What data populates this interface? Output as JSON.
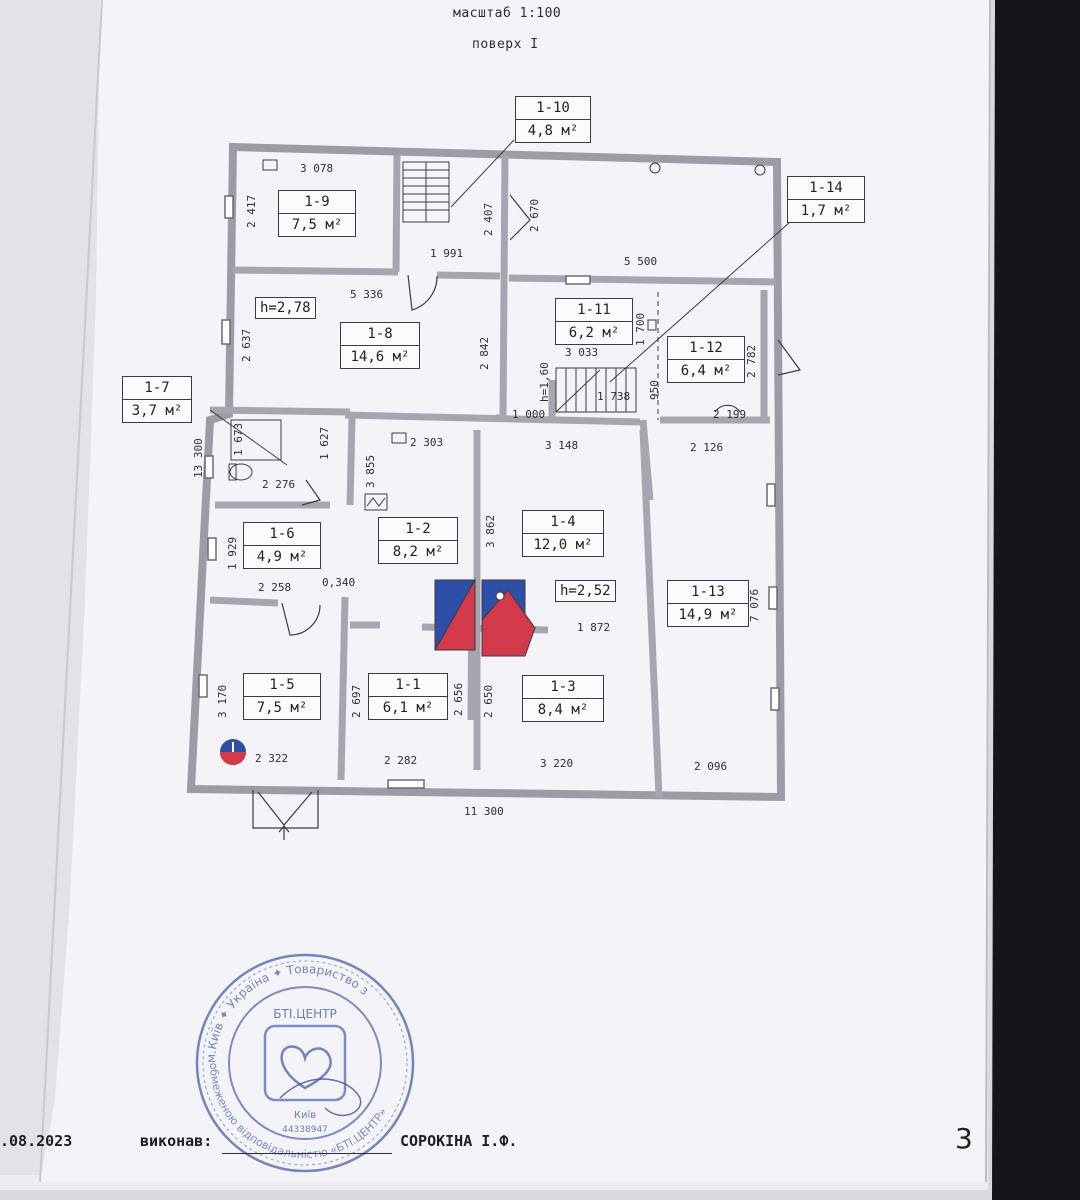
{
  "header": {
    "scale": "масштаб 1:100",
    "floor": "поверх I"
  },
  "rooms": [
    {
      "id": "1-1",
      "area": "6,1 м²"
    },
    {
      "id": "1-2",
      "area": "8,2 м²"
    },
    {
      "id": "1-3",
      "area": "8,4 м²"
    },
    {
      "id": "1-4",
      "area": "12,0 м²"
    },
    {
      "id": "1-5",
      "area": "7,5 м²"
    },
    {
      "id": "1-6",
      "area": "4,9 м²"
    },
    {
      "id": "1-7",
      "area": "3,7 м²"
    },
    {
      "id": "1-8",
      "area": "14,6 м²"
    },
    {
      "id": "1-9",
      "area": "7,5 м²"
    },
    {
      "id": "1-10",
      "area": "4,8 м²"
    },
    {
      "id": "1-11",
      "area": "6,2 м²"
    },
    {
      "id": "1-12",
      "area": "6,4 м²"
    },
    {
      "id": "1-13",
      "area": "14,9 м²"
    },
    {
      "id": "1-14",
      "area": "1,7 м²"
    }
  ],
  "heights": [
    "h=2,78",
    "h=2,52",
    "h=1,60"
  ],
  "dimensions": {
    "d3078": "3 078",
    "d2417": "2 417",
    "d1991": "1 991",
    "d2407": "2 407",
    "d2670": "2 670",
    "d5500": "5 500",
    "d5336": "5 336",
    "d2637": "2 637",
    "d2842": "2 842",
    "d1700": "1 700",
    "d3033": "3 033",
    "d2782": "2 782",
    "d950": "950",
    "d1738": "1 738",
    "d1000": "1 000",
    "d2199": "2 199",
    "d1673": "1 673",
    "d1627": "1 627",
    "d2303": "2 303",
    "d3148": "3 148",
    "d2126": "2 126",
    "d13300": "13 300",
    "d2276": "2 276",
    "d3855": "3 855",
    "d3862": "3 862",
    "d1929": "1 929",
    "d2258": "2 258",
    "d0340": "0,340",
    "d1872": "1 872",
    "d7076": "7 076",
    "d3170": "3 170",
    "d2697": "2 697",
    "d2656": "2 656",
    "d2650": "2 650",
    "d2322": "2 322",
    "d2282": "2 282",
    "d3220": "3 220",
    "d2096": "2 096",
    "d11300": "11 300"
  },
  "stamp": {
    "ring_top": "м.Київ ✦ Україна ✦ Товариство з",
    "ring_bottom": "обмеженою відповідальністю «БТІ.ЦЕНТР»",
    "center_title": "БТІ.ЦЕНТР",
    "city": "Київ",
    "code": "44338947"
  },
  "footer": {
    "date": ".08.2023",
    "executed_label": "виконав:",
    "executor": "СОРОКІНА І.Ф.",
    "page_number": "3"
  },
  "colors": {
    "paper": "#f3f3f7",
    "wall": "#aaaab2",
    "ink": "#2b2b33",
    "stamp": "#4a5fa8",
    "marker_red": "#d23a4a",
    "marker_blue": "#2e4fa8"
  }
}
